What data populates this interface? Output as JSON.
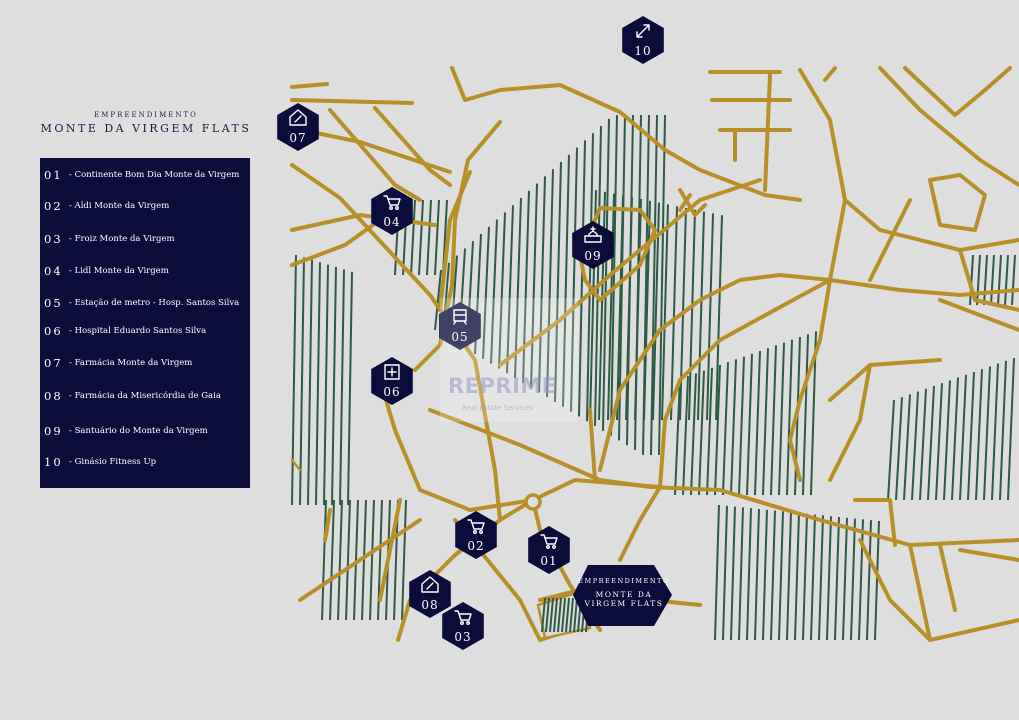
{
  "header": {
    "subtitle": "EMPREENDIMENTO",
    "title": "MONTE DA VIRGEM FLATS"
  },
  "legend": [
    {
      "num": "01",
      "label": "- Continente Bom Dia Monte da Virgem"
    },
    {
      "num": "02",
      "label": "- Aldi Monte da Virgem"
    },
    {
      "num": "03",
      "label": "- Froiz Monte da Virgem"
    },
    {
      "num": "04",
      "label": "- Lidl Monte da Virgem"
    },
    {
      "num": "05",
      "label": "- Estação de metro - Hosp. Santos Silva"
    },
    {
      "num": "06",
      "label": "- Hospital Eduardo Santos Silva"
    },
    {
      "num": "07",
      "label": "- Farmácia Monte da Virgem"
    },
    {
      "num": "08",
      "label": "- Farmácia da Misericórdia de Gaia"
    },
    {
      "num": "09",
      "label": "- Santuário do Monte da Virgem"
    },
    {
      "num": "10",
      "label": "- Ginásio Fitness Up"
    }
  ],
  "markers": [
    {
      "num": "01",
      "icon": "shopping-cart-icon"
    },
    {
      "num": "02",
      "icon": "shopping-cart-icon"
    },
    {
      "num": "03",
      "icon": "shopping-cart-icon"
    },
    {
      "num": "04",
      "icon": "shopping-cart-icon"
    },
    {
      "num": "05",
      "icon": "metro-train-icon"
    },
    {
      "num": "06",
      "icon": "hospital-cross-icon"
    },
    {
      "num": "07",
      "icon": "pharmacy-icon"
    },
    {
      "num": "08",
      "icon": "pharmacy-icon"
    },
    {
      "num": "09",
      "icon": "church-icon"
    },
    {
      "num": "10",
      "icon": "fitness-icon"
    }
  ],
  "site_marker": {
    "subtitle": "EMPREENDIMENTO",
    "line1": "MONTE DA",
    "line2": "VIRGEM FLATS"
  },
  "watermark": {
    "brand": "REPRIME",
    "tagline": "Real Estate Services"
  },
  "colors": {
    "background": "#dedede",
    "road": "#b8902a",
    "park_hatch": "#2f5a45",
    "marker": "#0c0c3a",
    "legend_bg": "#0c0c3a"
  }
}
